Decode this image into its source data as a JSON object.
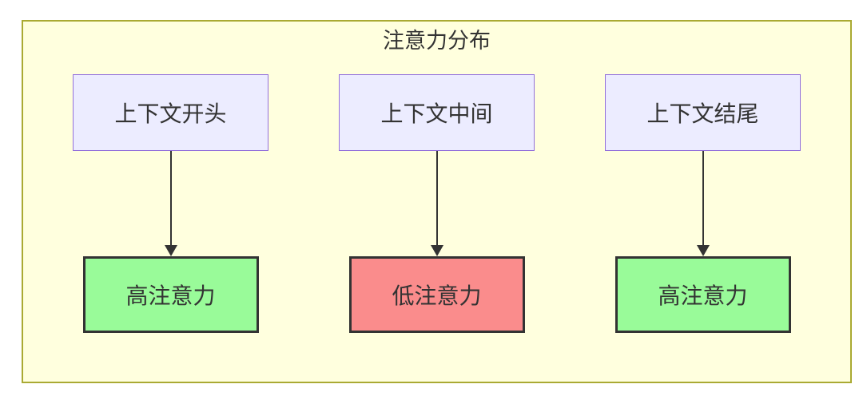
{
  "diagram": {
    "title": "注意力分布",
    "columns": [
      {
        "source": "上下文开头",
        "result": "高注意力",
        "level": "high",
        "fill": "#99fb99"
      },
      {
        "source": "上下文中间",
        "result": "低注意力",
        "level": "low",
        "fill": "#fa8c8c"
      },
      {
        "source": "上下文结尾",
        "result": "高注意力",
        "level": "high",
        "fill": "#99fb99"
      }
    ],
    "colors": {
      "container_fill": "#ffffde",
      "container_border": "#aaaa33",
      "source_fill": "#ECECFF",
      "source_border": "#9370DB",
      "high_attention_fill": "#99fb99",
      "low_attention_fill": "#fa8c8c",
      "result_border": "#333333",
      "arrow": "#333333",
      "text": "#333333"
    }
  }
}
